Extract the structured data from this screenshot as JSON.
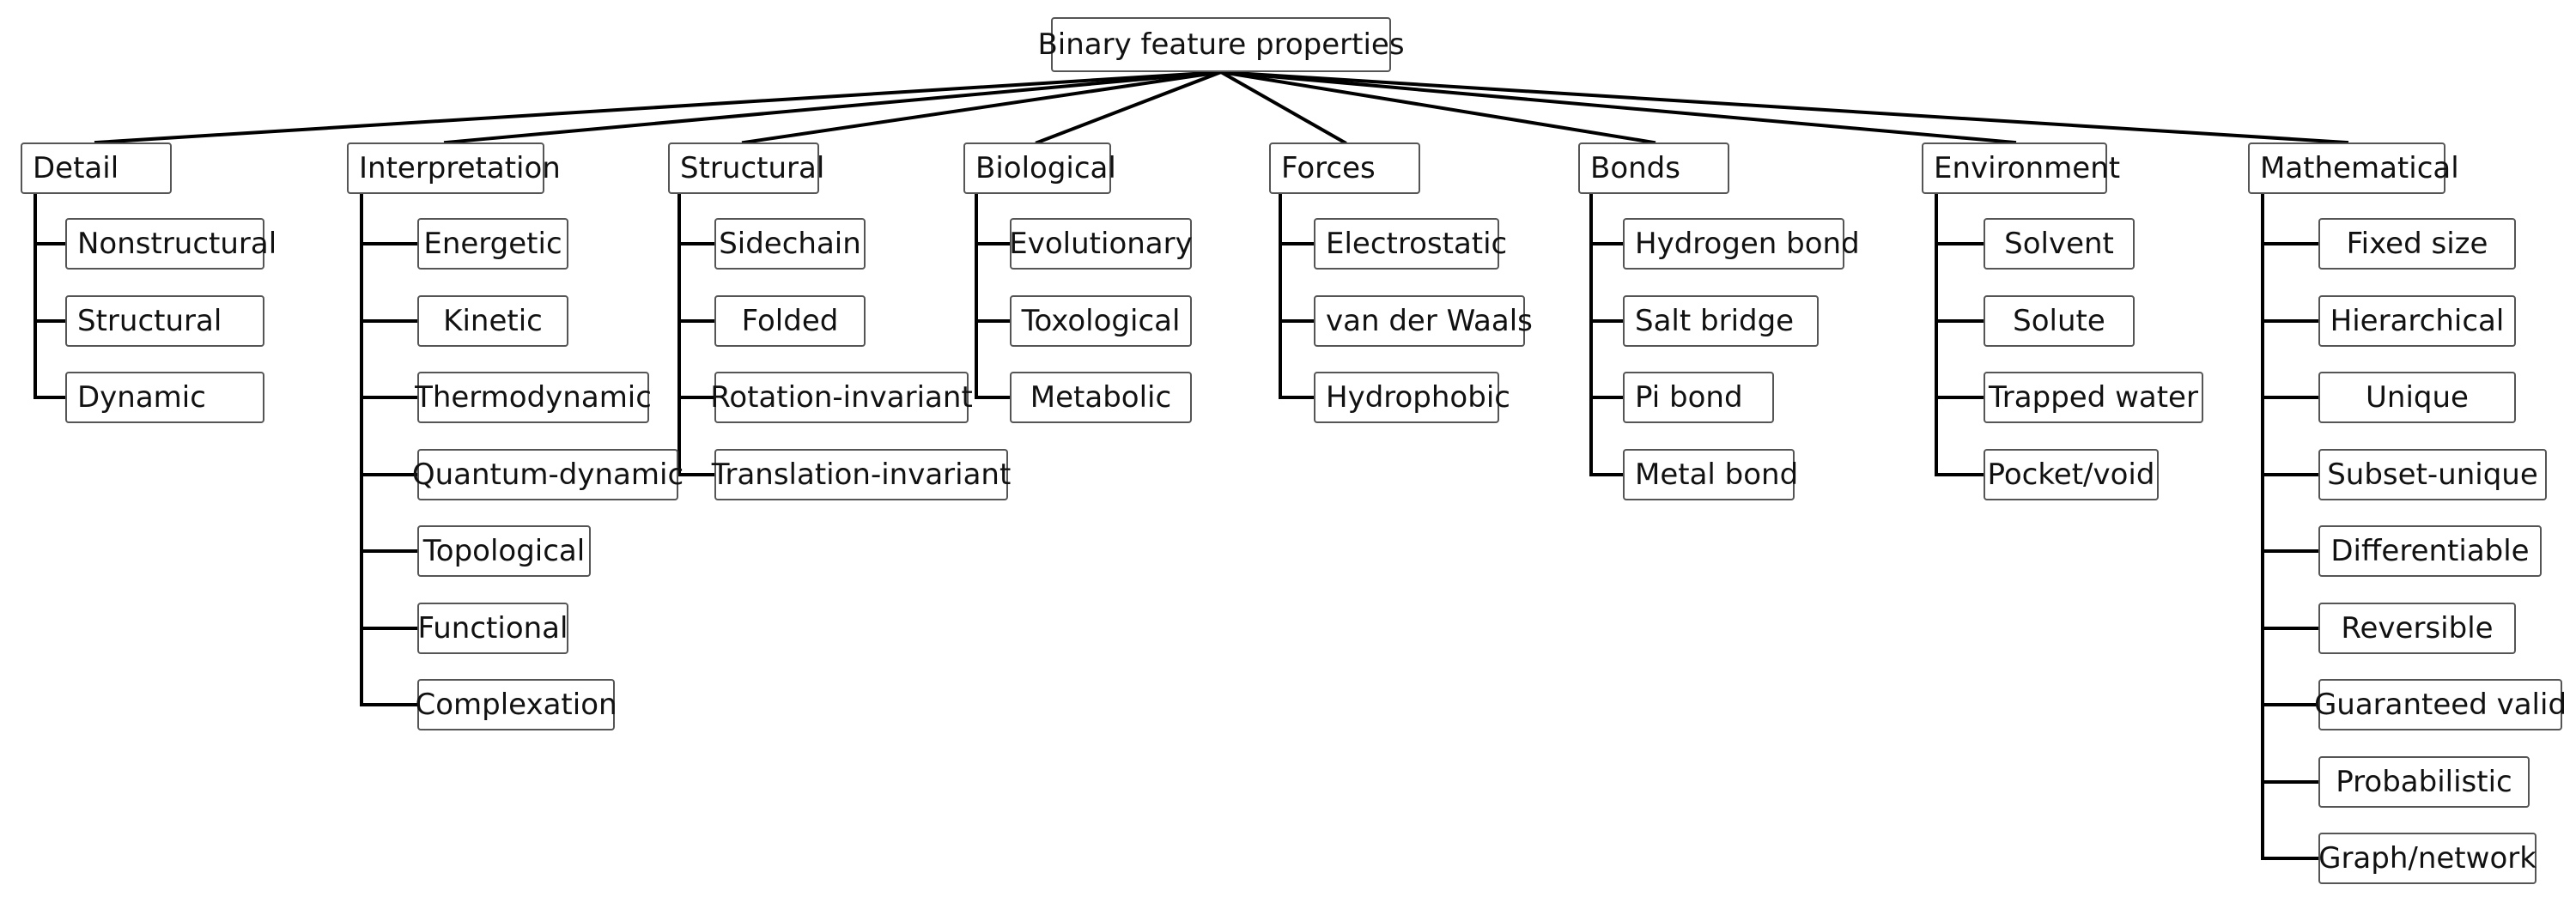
{
  "title": "Binary feature properties",
  "categories": [
    {
      "label": "Detail",
      "items": [
        "Nonstructural",
        "Structural",
        "Dynamic"
      ]
    },
    {
      "label": "Interpretation",
      "items": [
        "Energetic",
        "Kinetic",
        "Thermodynamic",
        "Quantum-dynamic",
        "Topological",
        "Functional",
        "Complexation"
      ]
    },
    {
      "label": "Structural",
      "items": [
        "Sidechain",
        "Folded",
        "Rotation-invariant",
        "Translation-invariant"
      ]
    },
    {
      "label": "Biological",
      "items": [
        "Evolutionary",
        "Toxological",
        "Metabolic"
      ]
    },
    {
      "label": "Forces",
      "items": [
        "Electrostatic",
        "van der Waals",
        "Hydrophobic"
      ]
    },
    {
      "label": "Bonds",
      "items": [
        "Hydrogen bond",
        "Salt bridge",
        "Pi bond",
        "Metal bond"
      ]
    },
    {
      "label": "Environment",
      "items": [
        "Solvent",
        "Solute",
        "Trapped water",
        "Pocket/void"
      ]
    },
    {
      "label": "Mathematical",
      "items": [
        "Fixed size",
        "Hierarchical",
        "Unique",
        "Subset-unique",
        "Differentiable",
        "Reversible",
        "Guaranteed valid",
        "Probabilistic",
        "Graph/network"
      ]
    }
  ]
}
